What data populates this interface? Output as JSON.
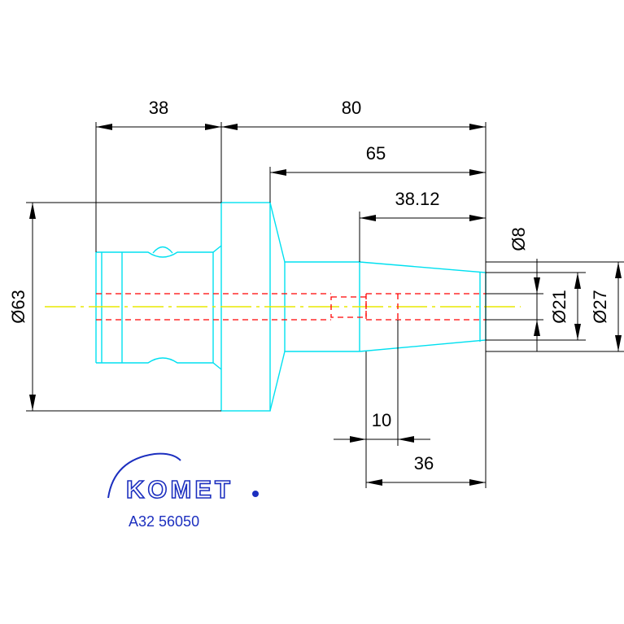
{
  "drawing": {
    "dimensions": {
      "d38": "38",
      "d80": "80",
      "d65": "65",
      "d3812": "38.12",
      "d10": "10",
      "d36": "36",
      "dia63": "Ø63",
      "dia8": "Ø8",
      "dia21": "Ø21",
      "dia27": "Ø27"
    },
    "logo": {
      "brand": "KOMET",
      "part_number": "A32 56050"
    },
    "colors": {
      "outline": "#00e0f0",
      "centerline": "#e8e800",
      "hidden": "#ff0000",
      "dimension": "#000000",
      "brand": "#1c2fbf"
    }
  }
}
